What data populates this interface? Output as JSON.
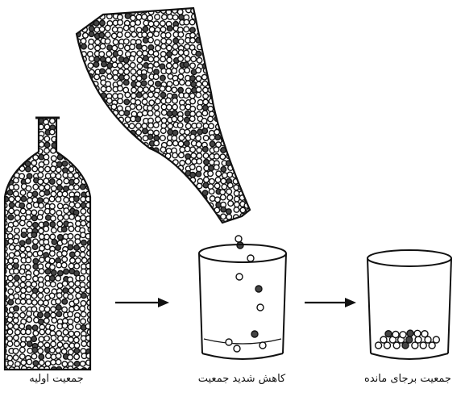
{
  "diagram": {
    "labels": {
      "initial": "جمعیت اولیه",
      "reduction": "کاهش شدید جمعیت",
      "remaining": "جمعیت برجای مانده"
    },
    "colors": {
      "ink": "#111111",
      "bead_light": "#ffffff",
      "bead_dark": "#444444",
      "background": "#ffffff"
    }
  }
}
